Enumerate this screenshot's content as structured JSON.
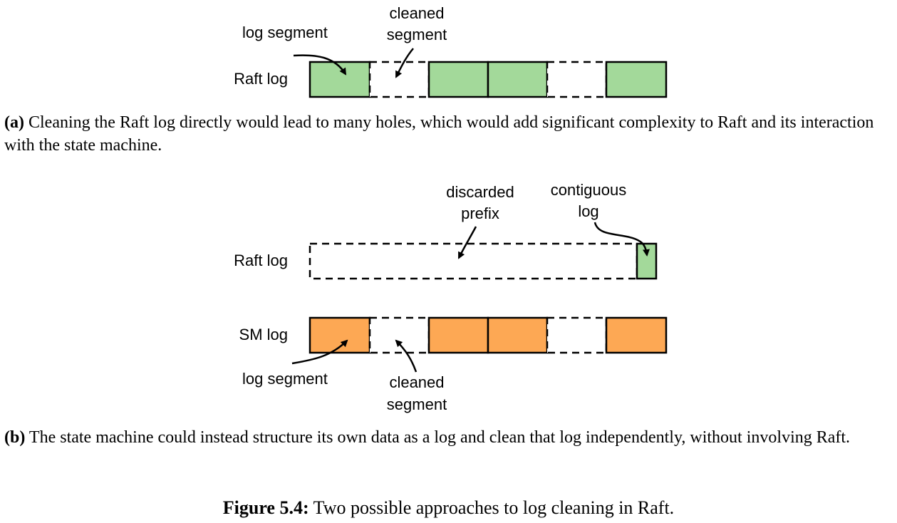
{
  "panel_a": {
    "label_log_segment": "log segment",
    "label_cleaned_1": "cleaned",
    "label_cleaned_2": "segment",
    "row_label": "Raft log",
    "caption_tag": "(a)",
    "caption_text": " Cleaning the Raft log directly would lead to many holes, which would add significant complexity to Raft and its interaction with the state machine."
  },
  "panel_b": {
    "label_discarded_1": "discarded",
    "label_discarded_2": "prefix",
    "label_contiguous_1": "contiguous",
    "label_contiguous_2": "log",
    "raft_row_label": "Raft log",
    "sm_row_label": "SM log",
    "label_log_segment": "log segment",
    "label_cleaned_1": "cleaned",
    "label_cleaned_2": "segment",
    "caption_tag": "(b)",
    "caption_text": " The state machine could instead structure its own data as a log and clean that log independently, without involving Raft."
  },
  "figure": {
    "number": "Figure 5.4:",
    "text": " Two possible approaches to log cleaning in Raft."
  },
  "colors": {
    "raft_segment": "#a3d99a",
    "sm_segment": "#fda854",
    "stroke": "#000000"
  }
}
